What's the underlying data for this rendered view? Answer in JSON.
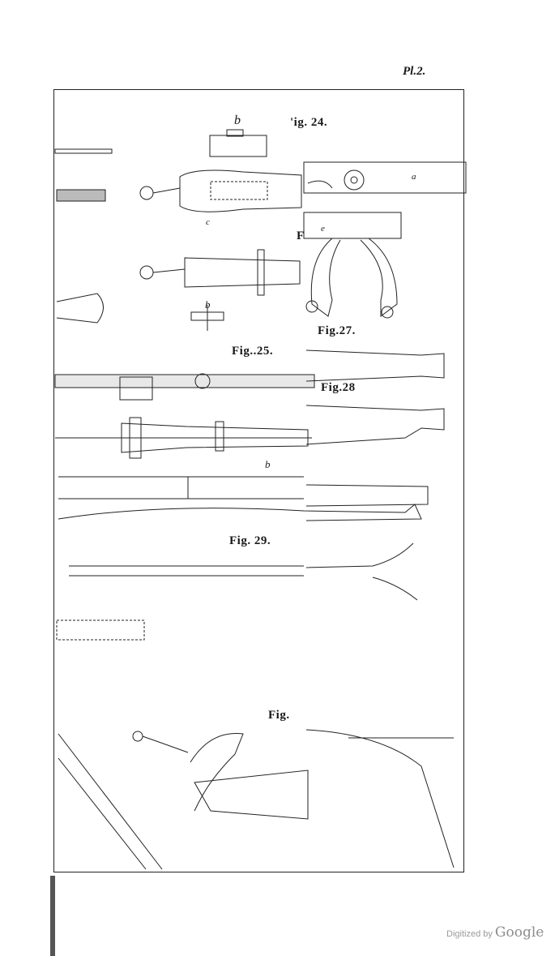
{
  "plate": {
    "label": "Pl.2."
  },
  "figures": {
    "fig24": "'ig. 24.",
    "fig25": "Fig..25.",
    "fig26_fragment": "F",
    "fig27": "Fig.27.",
    "fig28": "Fig.28",
    "fig29": "Fig. 29.",
    "fig30_fragment": "Fig."
  },
  "letters": {
    "a": "a",
    "b_top": "b",
    "b_small": "b",
    "b_mid": "b",
    "c": "c",
    "e": "e"
  },
  "watermark": {
    "prefix": "Digitized by",
    "brand": "Google"
  }
}
